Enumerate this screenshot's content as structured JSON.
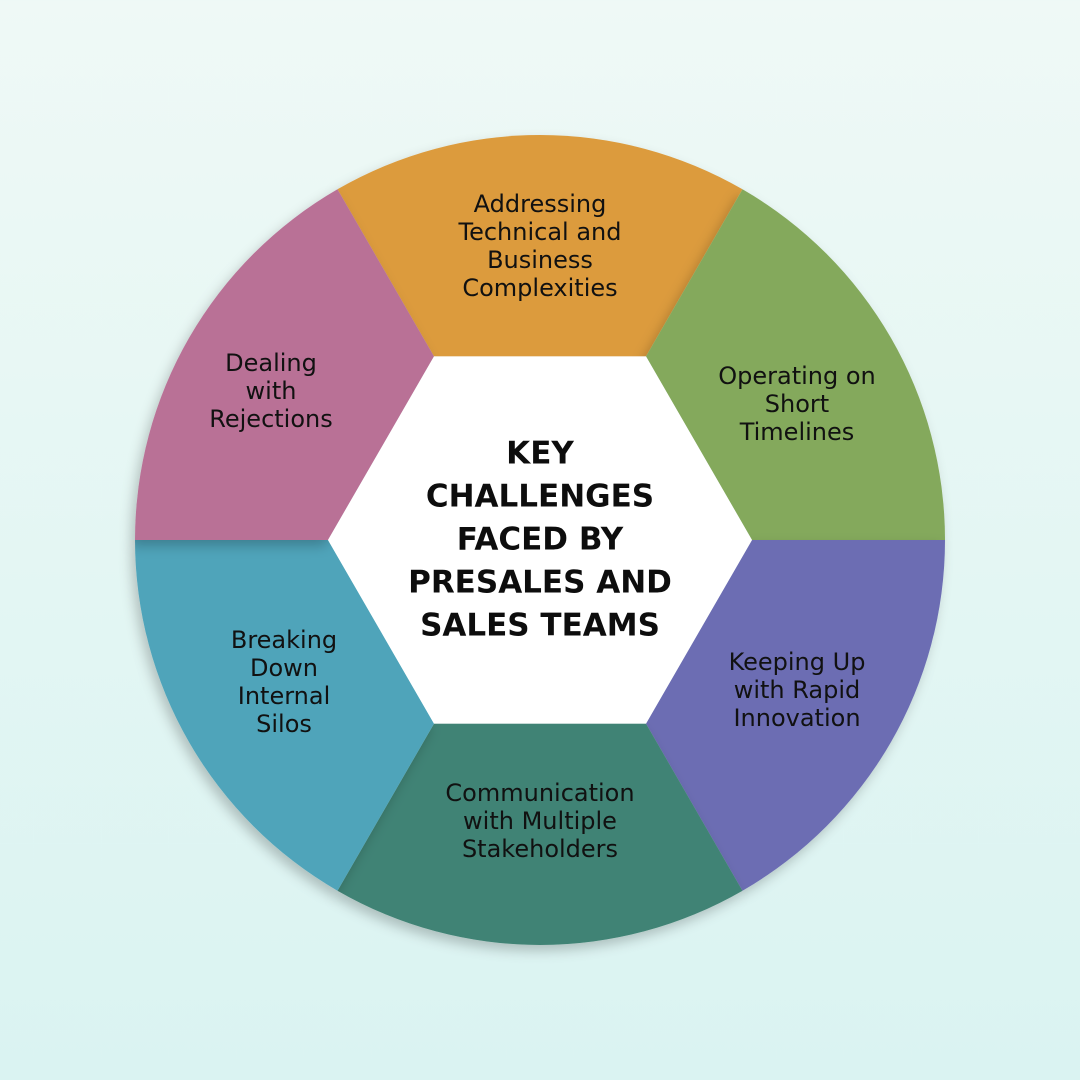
{
  "center": {
    "title": "KEY\nCHALLENGES\nFACED BY\nPRESALES AND\nSALES TEAMS"
  },
  "segments": [
    {
      "id": "top",
      "label": "Addressing\nTechnical and\nBusiness\nComplexities",
      "color": "#dc9b3e"
    },
    {
      "id": "upper-right",
      "label": "Operating on\nShort\nTimelines",
      "color": "#84a95b"
    },
    {
      "id": "lower-right",
      "label": "Keeping Up\nwith Rapid\nInnovation",
      "color": "#6c6db3"
    },
    {
      "id": "bottom",
      "label": "Communication\nwith Multiple\nStakeholders",
      "color": "#418374"
    },
    {
      "id": "lower-left",
      "label": "Breaking\nDown\nInternal\nSilos",
      "color": "#50a4ba"
    },
    {
      "id": "upper-left",
      "label": "Dealing\nwith\nRejections",
      "color": "#b97196"
    }
  ]
}
